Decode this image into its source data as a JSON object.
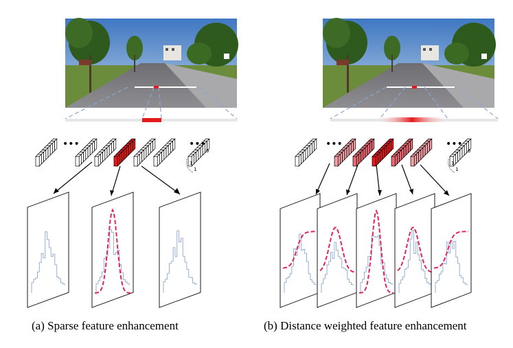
{
  "captions": {
    "a": "(a) Sparse feature enhancement",
    "b": "(b) Distance weighted feature enhancement"
  },
  "ellipsis": "•••",
  "dim_labels": {
    "small_1": "1",
    "small_1b": "1",
    "zero": "0"
  },
  "colors": {
    "line_blue": "#8aa6d6",
    "curve_red": "#e0245e",
    "highlight_red": "#e31a1c",
    "feature_pink": "#f2a0a6",
    "feature_mid": "#eb6a74",
    "sky": "#4a7fc0",
    "road": "#7d7d82",
    "grass": "#6b8c3a",
    "tree": "#2f5a1e"
  }
}
